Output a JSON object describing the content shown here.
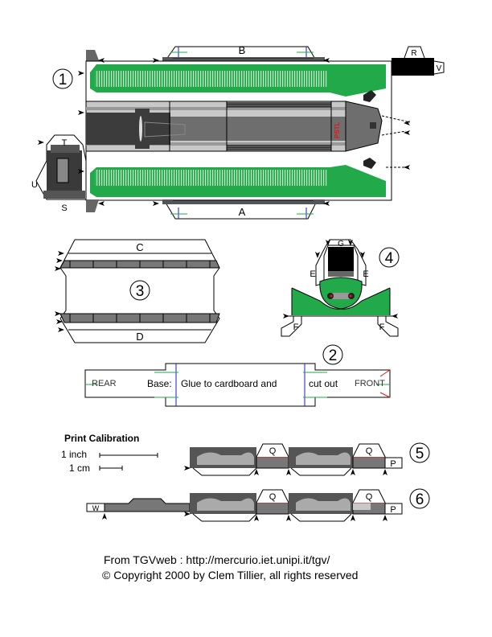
{
  "parts": {
    "part1": {
      "number": "1",
      "tabs": {
        "top": "B",
        "bottom": "A",
        "rear_top": "T",
        "rear_side": "U",
        "rear_bottom": "S",
        "front_top": "R",
        "front_side": "V"
      },
      "livery_text": "PSTL"
    },
    "part2": {
      "number": "2",
      "rear_label": "REAR",
      "front_label": "FRONT",
      "instruction_1": "Base:",
      "instruction_2": "Glue to cardboard and",
      "instruction_3": "cut out"
    },
    "part3": {
      "number": "3",
      "tab_top": "C",
      "tab_bottom": "D"
    },
    "part4": {
      "number": "4",
      "tab_top": "G",
      "tab_left": "E",
      "tab_right": "E",
      "foot_left": "F",
      "foot_right": "F"
    },
    "part5": {
      "number": "5",
      "tabs": [
        "Q",
        "Q"
      ],
      "end_tab": "P"
    },
    "part6": {
      "number": "6",
      "tabs": [
        "Q",
        "Q"
      ],
      "end_tab": "P",
      "start_tab": "W"
    }
  },
  "calibration": {
    "title": "Print Calibration",
    "rows": [
      {
        "label": "1 inch"
      },
      {
        "label": "1 cm"
      }
    ]
  },
  "credits": {
    "line1": "From  TGVweb : http://mercurio.iet.unipi.it/tgv/",
    "line2": "© Copyright 2000 by Clem Tillier, all rights reserved"
  },
  "colors": {
    "livery_green": "#22aa4a",
    "dark_grey": "#4a4a4a",
    "mid_grey": "#808080",
    "light_grey": "#c8c8c8",
    "accent_red": "#e01818",
    "fold_blue": "#1a1acc"
  }
}
